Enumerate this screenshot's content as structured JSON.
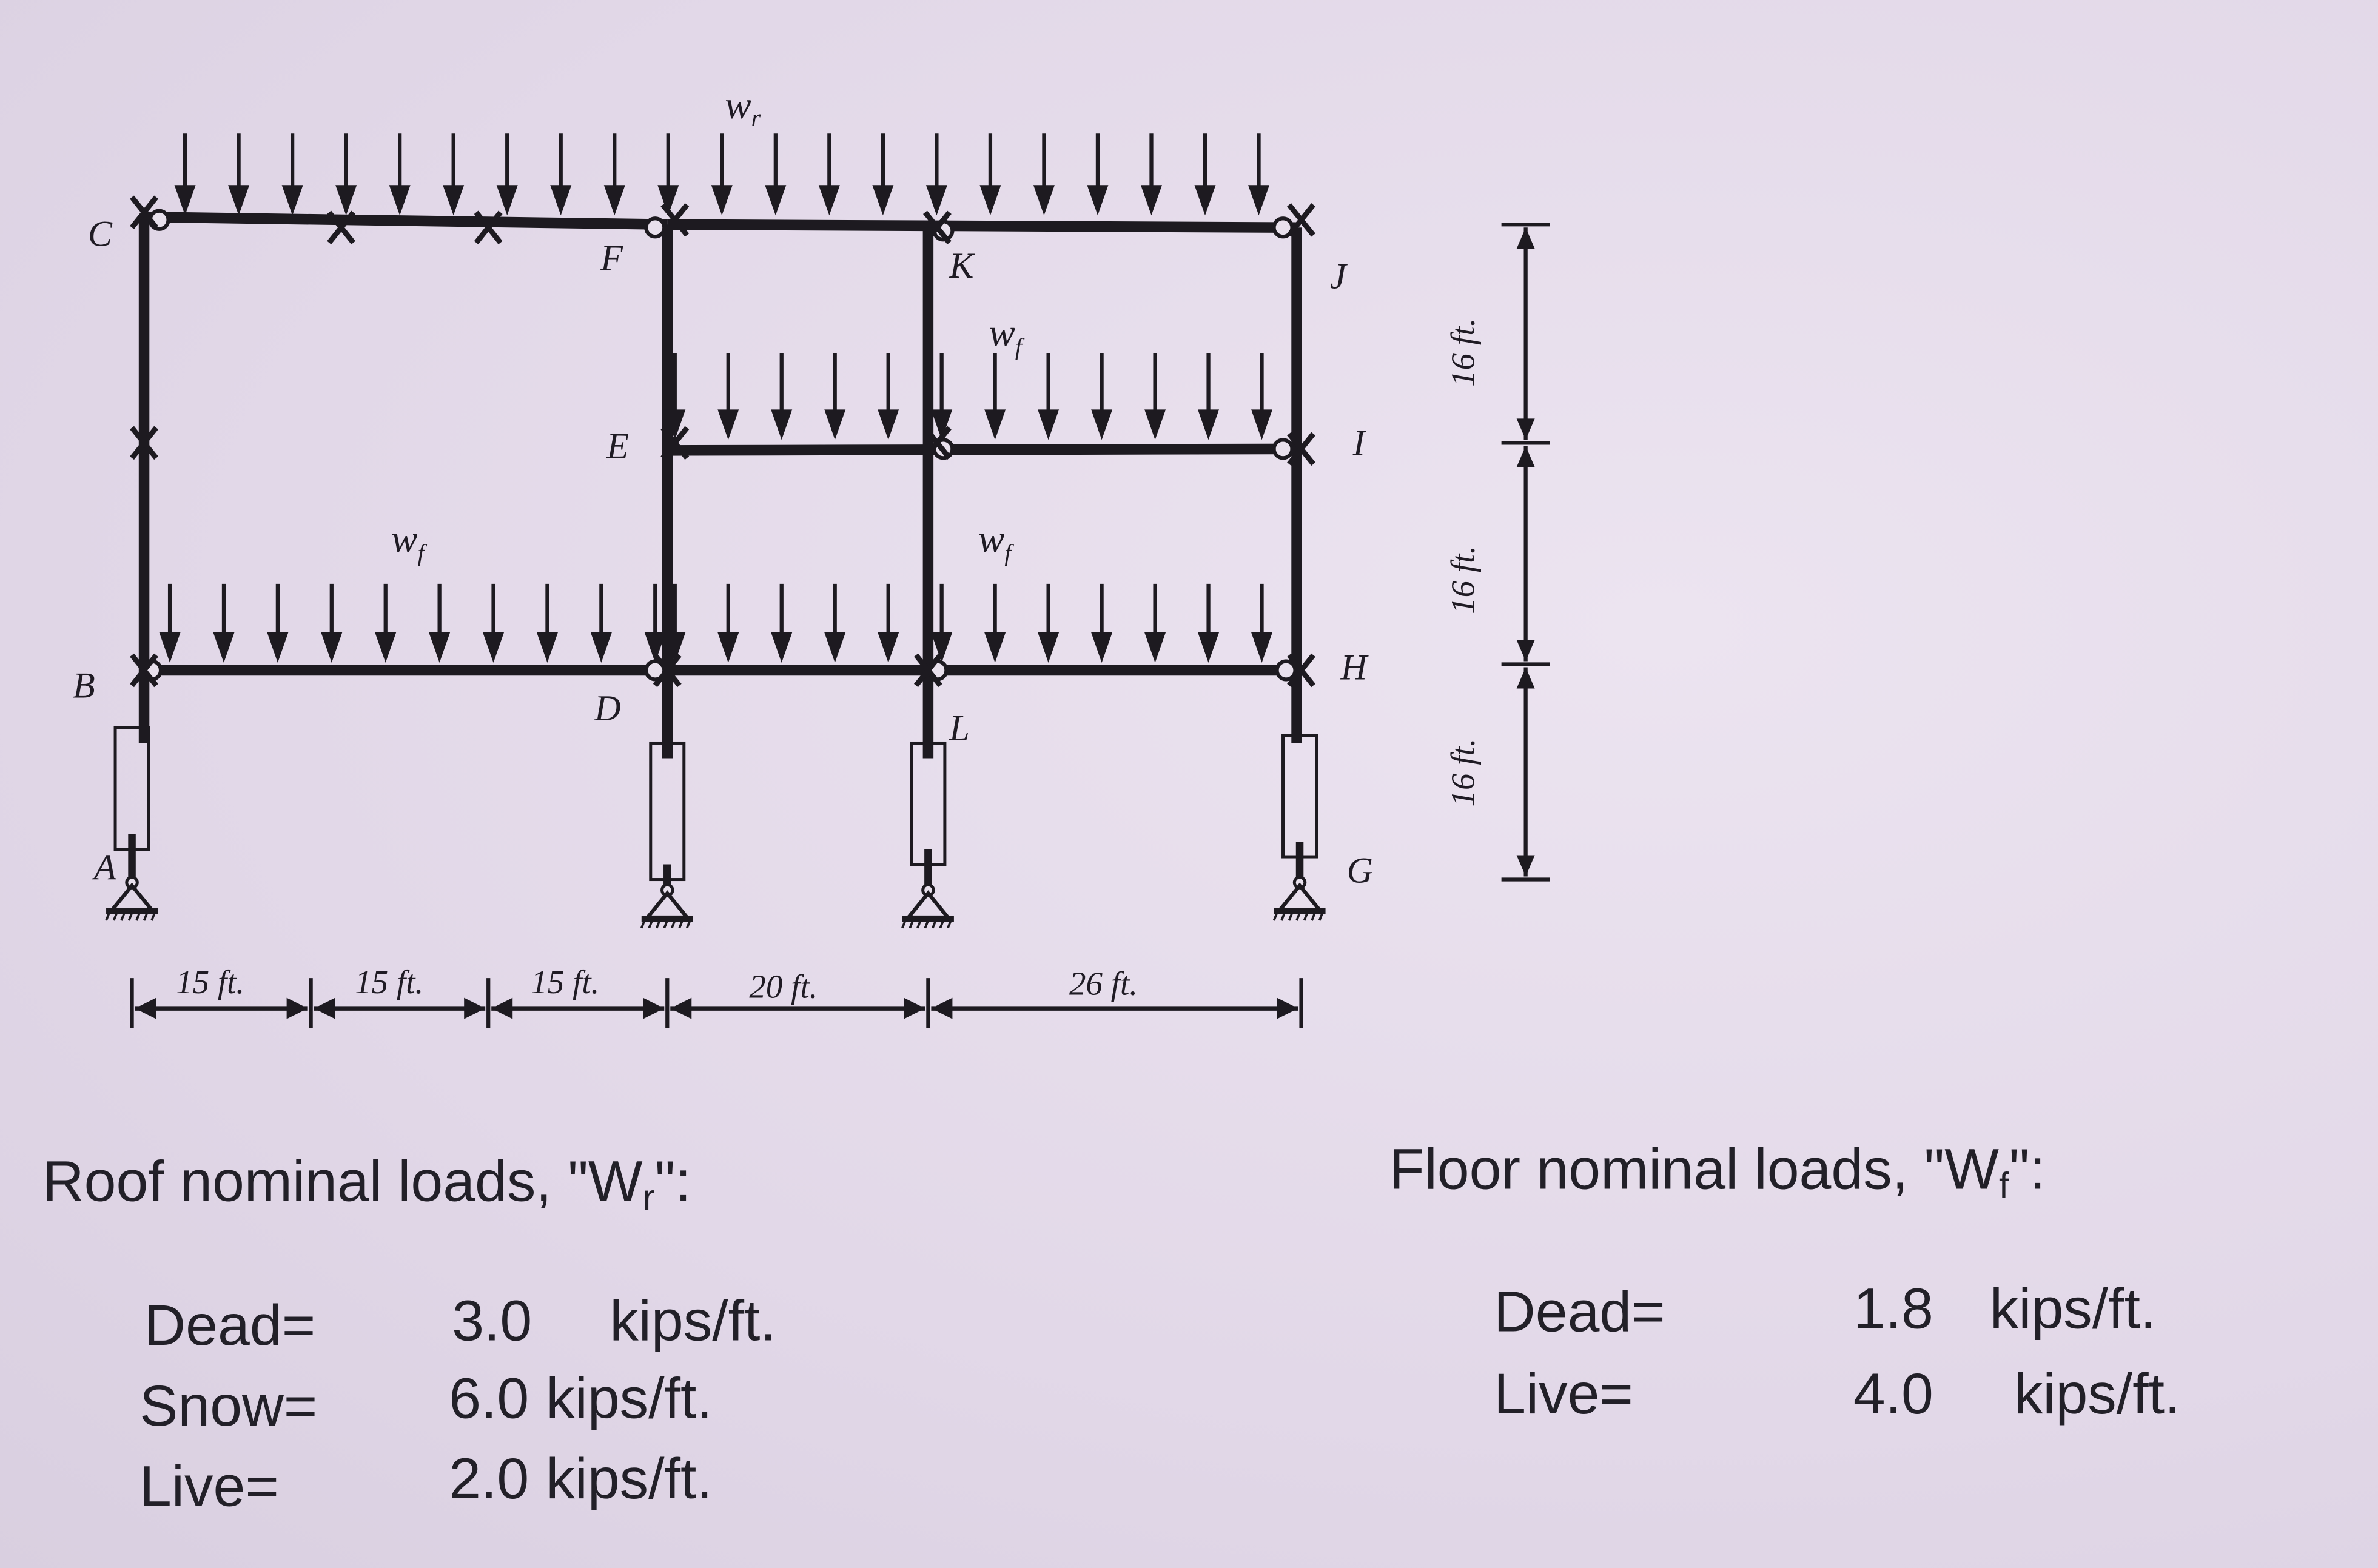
{
  "diagram": {
    "nodes": [
      "A",
      "B",
      "C",
      "D",
      "E",
      "F",
      "G",
      "H",
      "I",
      "J",
      "K",
      "L"
    ],
    "loads": {
      "roof": {
        "symbol": "w",
        "sub": "r"
      },
      "floor_upper": {
        "symbol": "w",
        "sub": "f"
      },
      "floor_left": {
        "symbol": "w",
        "sub": "f"
      },
      "floor_right": {
        "symbol": "w",
        "sub": "f"
      }
    },
    "horizontal_dims": [
      "15 ft.",
      "15 ft.",
      "15 ft.",
      "20 ft.",
      "26 ft."
    ],
    "vertical_dims": [
      "16 ft.",
      "16 ft.",
      "16 ft."
    ]
  },
  "roof_loads": {
    "title_prefix": "Roof nominal loads, \"W",
    "title_sub": "r",
    "title_suffix": "\":",
    "rows": [
      {
        "label": "Dead=",
        "value": "3.0",
        "unit": "kips/ft."
      },
      {
        "label": "Snow=",
        "value": "6.0",
        "unit": "kips/ft."
      },
      {
        "label": "Live=",
        "value": "2.0",
        "unit": "kips/ft."
      }
    ]
  },
  "floor_loads": {
    "title_prefix": "Floor nominal loads, \"W",
    "title_sub": "f",
    "title_suffix": "\":",
    "rows": [
      {
        "label": "Dead=",
        "value": "1.8",
        "unit": "kips/ft."
      },
      {
        "label": "Live=",
        "value": "4.0",
        "unit": "kips/ft."
      }
    ]
  }
}
